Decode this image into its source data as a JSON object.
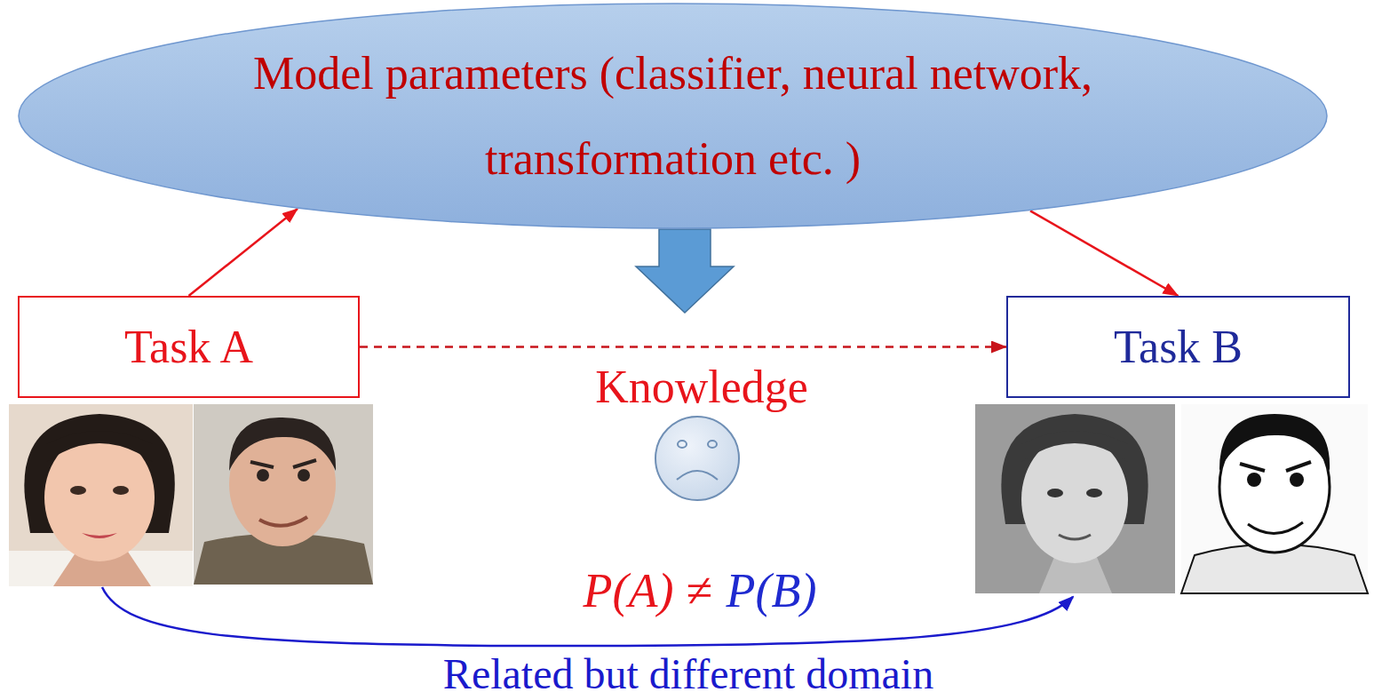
{
  "diagram": {
    "nodes": [
      {
        "text": [
          "Model parameters (classifier, neural network, transformation etc. )"
        ]
      },
      {
        "text": [
          "Task A"
        ]
      },
      {
        "text": [
          "Task B"
        ]
      }
    ],
    "edges": [
      {
        "from": 1,
        "to": 0,
        "arrow": "to"
      },
      {
        "from": 0,
        "to": 2,
        "arrow": "to"
      },
      {
        "from": 1,
        "to": 2,
        "arrow": "to"
      }
    ],
    "labels": [
      "Knowledge",
      "P(A) ≠",
      "P(B)",
      "Related but different domain"
    ]
  }
}
